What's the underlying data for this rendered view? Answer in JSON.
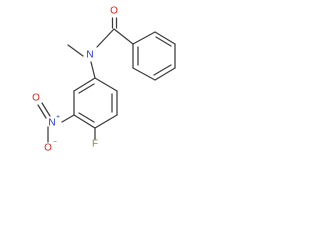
{
  "atoms": {
    "carbonyl_oxygen": {
      "symbol": "O",
      "color": "#e0201b"
    },
    "amide_nitrogen": {
      "symbol": "N",
      "color": "#2233d0"
    },
    "nitro_nitrogen": {
      "symbol": "N",
      "charge": "+",
      "color": "#2233d0"
    },
    "nitro_oxygen_double": {
      "symbol": "O",
      "color": "#e0201b"
    },
    "nitro_oxygen_single": {
      "symbol": "O",
      "charge": "−",
      "color": "#e0201b"
    },
    "fluorine": {
      "symbol": "F",
      "color": "#7a9a1a"
    }
  },
  "colors": {
    "bond": "#3a3a3a",
    "background": "#ffffff"
  }
}
